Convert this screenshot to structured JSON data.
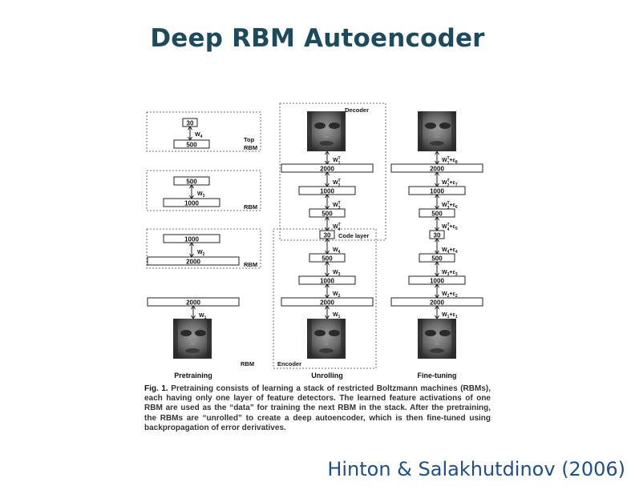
{
  "slide": {
    "title": "Deep RBM Autoencoder",
    "citation": "Hinton & Salakhutdinov (2006)"
  },
  "figure": {
    "panels": {
      "pretraining": "Pretraining",
      "unrolling": "Unrolling",
      "finetuning": "Fine-tuning"
    },
    "group_labels": {
      "top_rbm_line1": "Top",
      "top_rbm_line2": "RBM",
      "rbm_a": "RBM",
      "rbm_b": "RBM",
      "rbm_c": "RBM",
      "decoder": "Decoder",
      "encoder": "Encoder",
      "code_layer": "Code layer"
    },
    "pretraining": {
      "rbm4": {
        "top": "30",
        "bottom": "500",
        "weight": "W",
        "sub": "4"
      },
      "rbm3": {
        "top": "500",
        "bottom": "1000",
        "weight": "W",
        "sub": "3"
      },
      "rbm2": {
        "top": "1000",
        "bottom": "2000",
        "weight": "W",
        "sub": "2"
      },
      "rbm1": {
        "top": "2000",
        "weight": "W",
        "sub": "1"
      }
    },
    "unrolling": {
      "decoder": [
        {
          "layer": "2000",
          "weight": "W",
          "sup": "T",
          "sub": "1"
        },
        {
          "layer": "1000",
          "weight": "W",
          "sup": "T",
          "sub": "2"
        },
        {
          "layer": "500",
          "weight": "W",
          "sup": "T",
          "sub": "3"
        },
        {
          "layer": "30",
          "weight": "W",
          "sup": "T",
          "sub": "4"
        }
      ],
      "encoder": [
        {
          "layer": "500",
          "weight": "W",
          "sub": "4"
        },
        {
          "layer": "1000",
          "weight": "W",
          "sub": "3"
        },
        {
          "layer": "2000",
          "weight": "W",
          "sub": "2"
        },
        {
          "layer": "2000",
          "weight": "W",
          "sub": "1"
        }
      ]
    },
    "finetuning": {
      "decoder": [
        {
          "layer": "2000",
          "weight": "W",
          "sup": "T",
          "sub": "1",
          "eps": "+ε",
          "esub": "8"
        },
        {
          "layer": "1000",
          "weight": "W",
          "sup": "T",
          "sub": "2",
          "eps": "+ε",
          "esub": "7"
        },
        {
          "layer": "500",
          "weight": "W",
          "sup": "T",
          "sub": "3",
          "eps": "+ε",
          "esub": "6"
        },
        {
          "layer": "30",
          "weight": "W",
          "sup": "T",
          "sub": "4",
          "eps": "+ε",
          "esub": "5"
        }
      ],
      "encoder": [
        {
          "layer": "500",
          "weight": "W",
          "sub": "4",
          "eps": "+ε",
          "esub": "4"
        },
        {
          "layer": "1000",
          "weight": "W",
          "sub": "3",
          "eps": "+ε",
          "esub": "3"
        },
        {
          "layer": "2000",
          "weight": "W",
          "sub": "2",
          "eps": "+ε",
          "esub": "2"
        },
        {
          "layer": "2000",
          "weight": "W",
          "sub": "1",
          "eps": "+ε",
          "esub": "1"
        }
      ]
    },
    "caption": {
      "label": "Fig. 1.",
      "text": "Pretraining consists of learning a stack of restricted Boltzmann machines (RBMs), each having only one layer of feature detectors. The learned feature activations of one RBM are used as the “data” for training the next RBM in the stack. After the pretraining, the RBMs are “unrolled” to create a deep autoencoder, which is then fine-tuned using backpropagation of error derivatives."
    }
  }
}
